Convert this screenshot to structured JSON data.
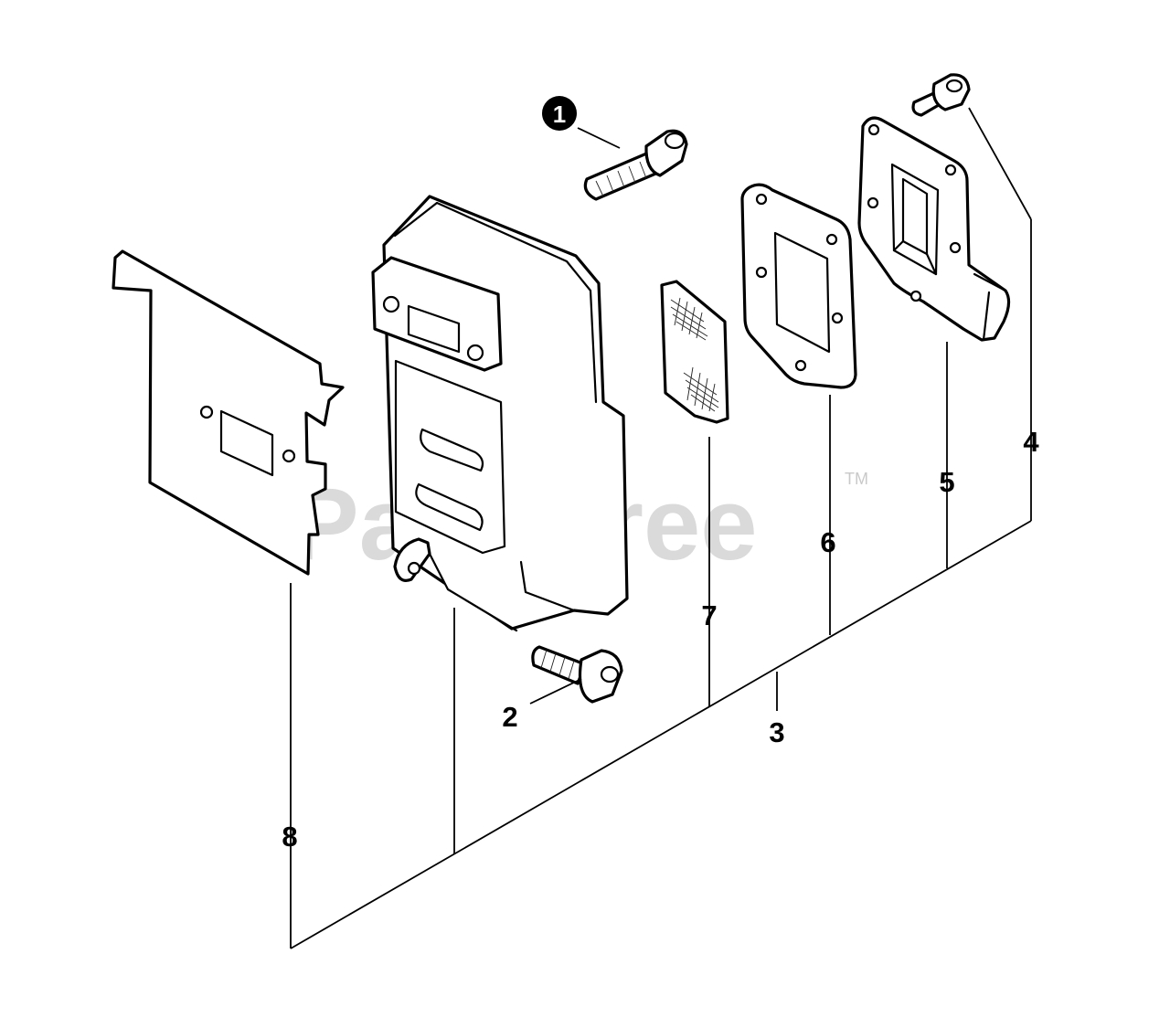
{
  "diagram": {
    "watermark": "PartsTree",
    "trademark": "TM",
    "callouts": {
      "c1": "1",
      "c2": "2",
      "c3": "3",
      "c4": "4",
      "c5": "5",
      "c6": "6",
      "c7": "7",
      "c8": "8"
    },
    "colors": {
      "line": "#000000",
      "background": "#ffffff",
      "watermark": "#d4d4d4"
    }
  }
}
